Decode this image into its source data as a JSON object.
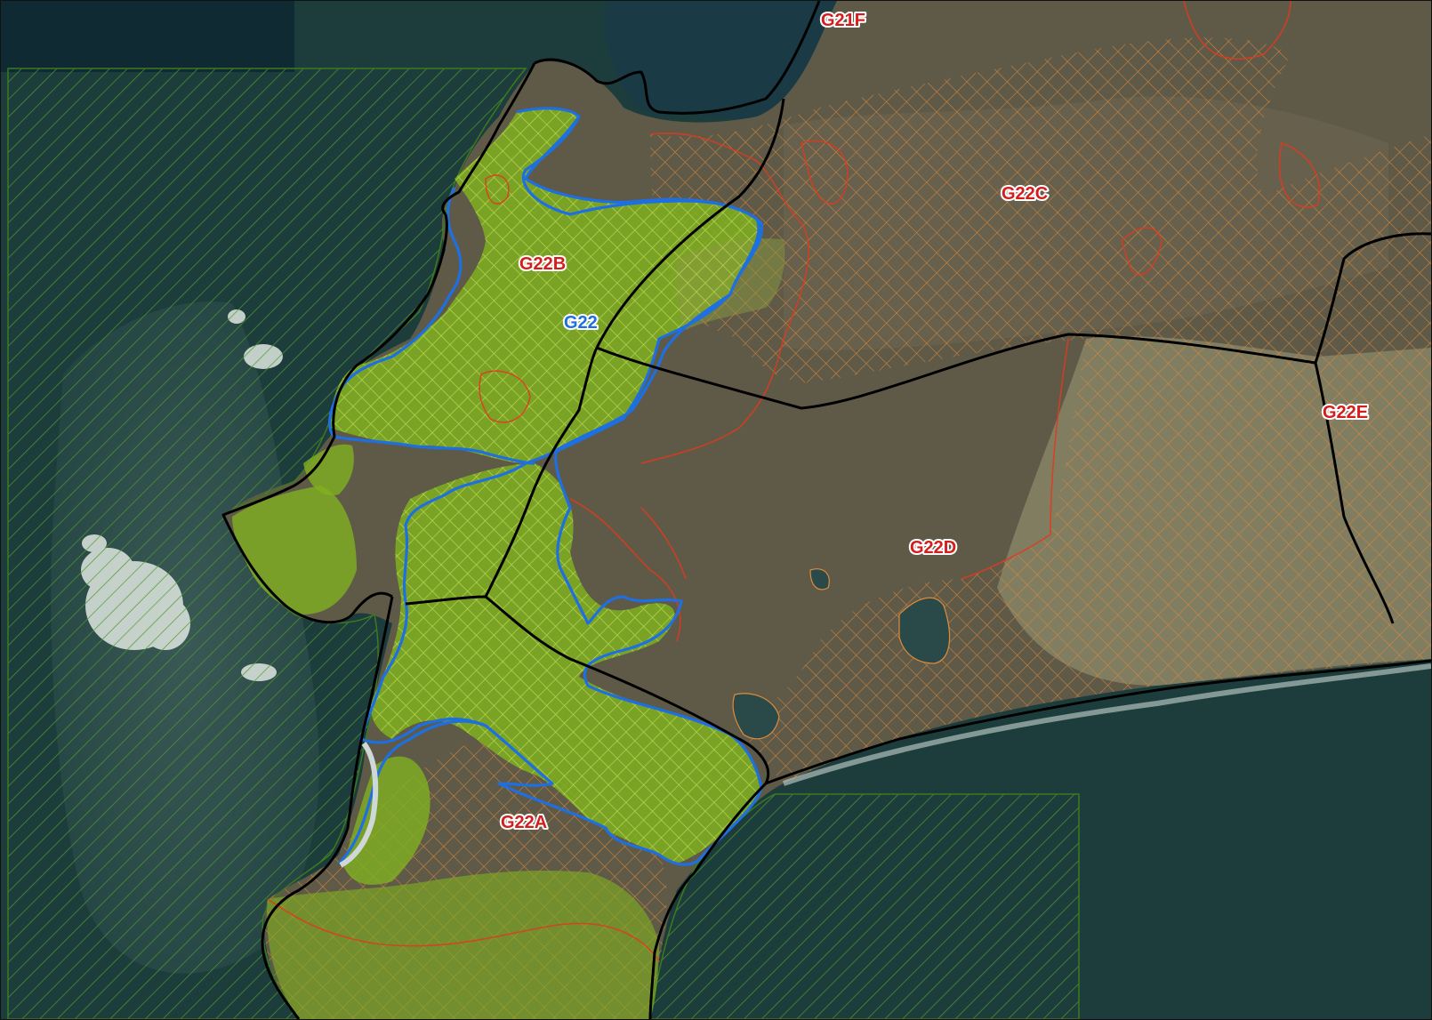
{
  "map": {
    "labels": {
      "g21f": "G21F",
      "g22c": "G22C",
      "g22b": "G22B",
      "g22": "G22",
      "g22e": "G22E",
      "g22d": "G22D",
      "g22a": "G22A"
    },
    "colors": {
      "ocean_deep": "#0f2a33",
      "ocean": "#1d3d3d",
      "land_urban": "#5f5a48",
      "land_sand": "#8a8668",
      "protected_green": "#7fb020",
      "catchment_outline": "#1e6fe0",
      "boundary": "#000000",
      "subregion_outline": "#e03a1e",
      "hatch_orange": "#e08a3a",
      "hatch_marine": "#4f9a2a",
      "label_red": "#d41e1e",
      "label_blue": "#1e6fe0"
    }
  }
}
